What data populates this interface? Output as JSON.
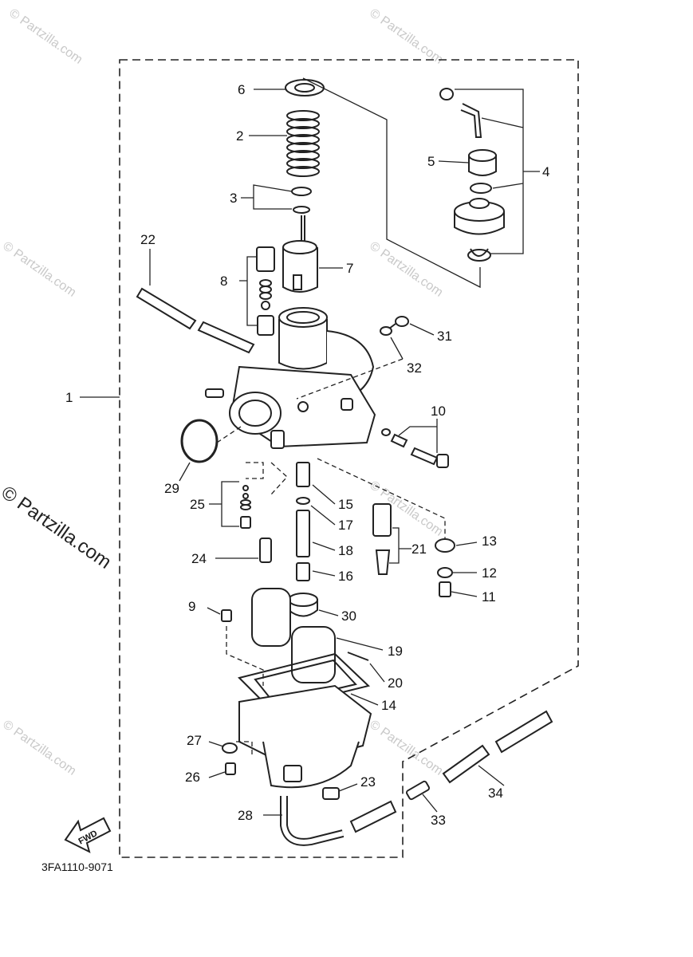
{
  "watermark": {
    "small": "© Partzilla.com",
    "large": "© Partzilla.com"
  },
  "diagram_code": "3FA1110-9071",
  "fwd_label": "FWD",
  "part_labels": {
    "p1": "1",
    "p2": "2",
    "p3": "3",
    "p4": "4",
    "p5": "5",
    "p6": "6",
    "p7": "7",
    "p8": "8",
    "p9": "9",
    "p10": "10",
    "p11": "11",
    "p12": "12",
    "p13": "13",
    "p14": "14",
    "p15": "15",
    "p16": "16",
    "p17": "17",
    "p18": "18",
    "p19": "19",
    "p20": "20",
    "p21": "21",
    "p22": "22",
    "p23": "23",
    "p24": "24",
    "p25": "25",
    "p26": "26",
    "p27": "27",
    "p28": "28",
    "p29": "29",
    "p30": "30",
    "p31": "31",
    "p32": "32",
    "p33": "33",
    "p34": "34"
  }
}
